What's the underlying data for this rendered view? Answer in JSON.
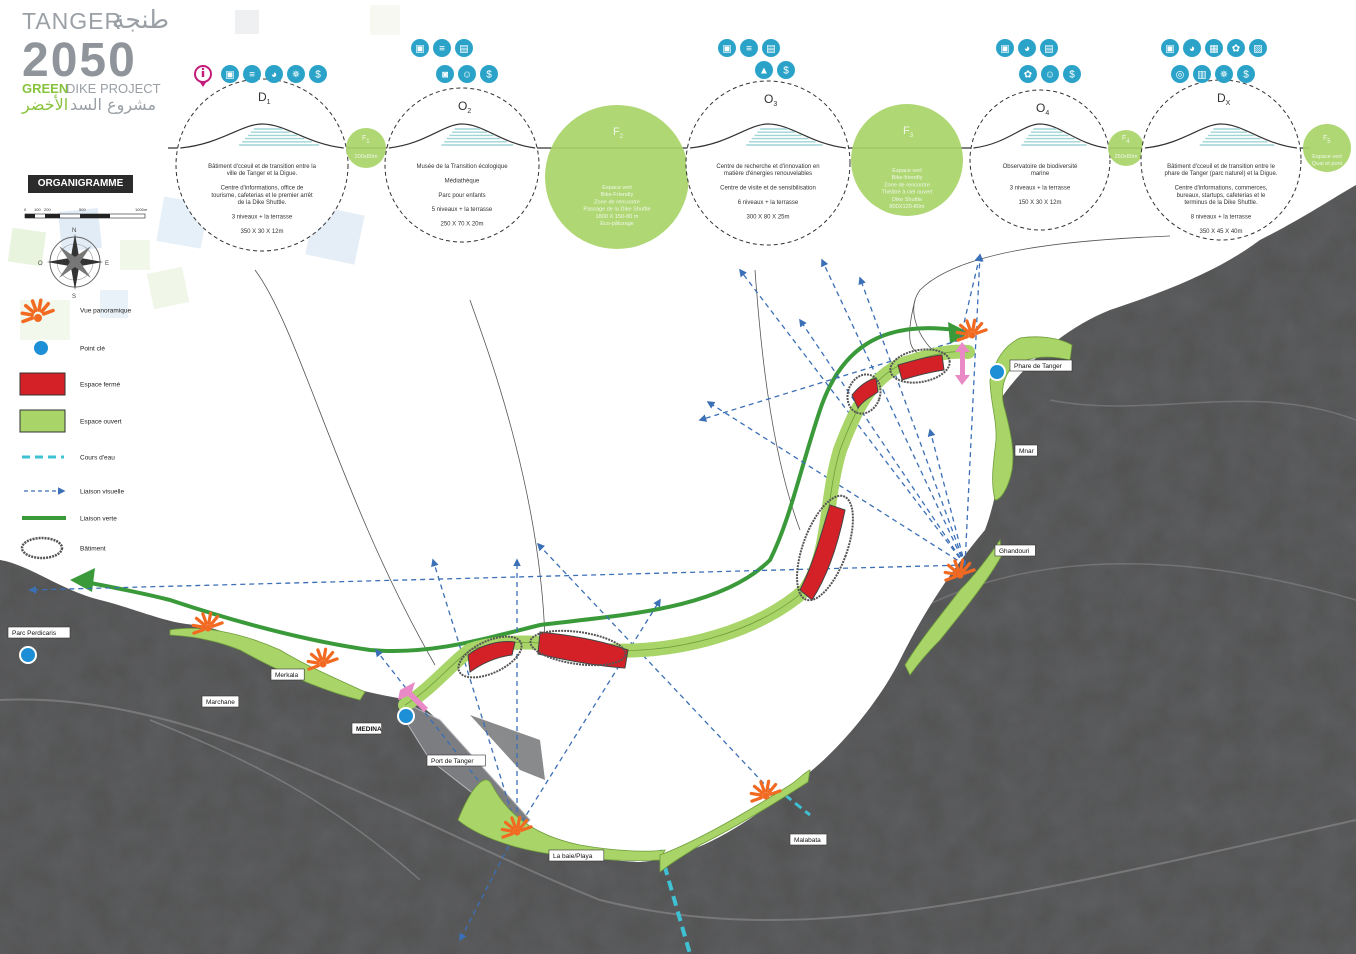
{
  "logo": {
    "tanger_latin": "TANGER",
    "tanger_arabic": "طنجة",
    "year": "2050",
    "project_green": "GREEN",
    "project_rest": "DIKE PROJECT",
    "arabic_green": "الأخضر",
    "arabic_rest": "مشروع السد"
  },
  "organigramme_label": "ORGANIGRAMME",
  "scale": {
    "ticks": [
      "0",
      "100",
      "200",
      "500",
      "1000m"
    ]
  },
  "compass": {
    "n": "N",
    "s": "S",
    "e": "E",
    "w": "O"
  },
  "legend": [
    {
      "label": "Vue panoramique",
      "icon": "panoramic-burst-icon"
    },
    {
      "label": "Point clé",
      "icon": "key-point-icon"
    },
    {
      "label": "Espace fermé",
      "icon": "closed-space-swatch",
      "color": "#d42027"
    },
    {
      "label": "Espace ouvert",
      "icon": "open-space-swatch",
      "color": "#a8d468"
    },
    {
      "label": "Cours d'eau",
      "icon": "watercourse-line",
      "color": "#3fc1d4"
    },
    {
      "label": "Liaison visuelle",
      "icon": "visual-link-arrow",
      "color": "#3b6fb6"
    },
    {
      "label": "Liaison verte",
      "icon": "green-link-line",
      "color": "#3a9a3a"
    },
    {
      "label": "Bâtiment",
      "icon": "building-outline-icon"
    }
  ],
  "organigram": [
    {
      "type": "building",
      "code": "D",
      "sub": "1",
      "lines": [
        "Bâtiment d'cceuil et de transition entre la",
        "ville de Tanger et la Digue.",
        "",
        "Centre d'informations, office de",
        "tourisme, cafeterias et le premier arrêt",
        "de la Dike Shuttle.",
        "",
        "3 niveaux + la terrasse",
        "",
        "350 X 30 X 12m"
      ],
      "icons": [
        "bus-icon",
        "wifi-icon",
        "coffee-icon",
        "helm-icon",
        "money-icon"
      ]
    },
    {
      "type": "green",
      "code": "F",
      "sub": "1",
      "lines": [
        "200x80m"
      ]
    },
    {
      "type": "building",
      "code": "O",
      "sub": "2",
      "lines": [
        "Musée de la Transition écologique",
        "",
        "Médiathèque",
        "",
        "Parc pour enfants",
        "",
        "5 niveaux + la terrasse",
        "",
        "250 X 70 X 20m"
      ],
      "icons": [
        "bus-icon",
        "wifi-icon",
        "book-icon",
        "mug-icon",
        "kids-icon",
        "money-icon"
      ]
    },
    {
      "type": "green",
      "code": "F",
      "sub": "2",
      "lines": [
        "Espace vert",
        "Bike-Friendly",
        "Zone de rencontre",
        "Passage de la Dike Shuttle",
        "1800 X 150-80 m",
        "Eco-pâturage"
      ]
    },
    {
      "type": "building",
      "code": "O",
      "sub": "3",
      "lines": [
        "Centre de recherche et d'innovation en",
        "matière d'énergies renouvelables",
        "",
        "Centre de visite et de sensibilisation",
        "",
        "6 niveaux + la terrasse",
        "",
        "300 X 80 X 25m"
      ],
      "icons": [
        "bus-icon",
        "wifi-icon",
        "book-icon",
        "flask-icon",
        "money-icon"
      ]
    },
    {
      "type": "green",
      "code": "F",
      "sub": "3",
      "lines": [
        "Espace vert",
        "Bike-friendly",
        "Zone de rencontre",
        "Théâtre à ciel ouvert",
        "Dike Shuttle",
        "800X120-80m"
      ]
    },
    {
      "type": "building",
      "code": "O",
      "sub": "4",
      "lines": [
        "Observatoire de biodiversité",
        "marine",
        "",
        "3 niveaux + la terrasse",
        "",
        "150 X 30 X 12m"
      ],
      "icons": [
        "bus-icon",
        "coffee-icon",
        "book-icon",
        "shell-icon",
        "kids-icon",
        "money-icon"
      ]
    },
    {
      "type": "green",
      "code": "F",
      "sub": "4",
      "lines": [
        "250x80m"
      ]
    },
    {
      "type": "building",
      "code": "D",
      "sub": "X",
      "lines": [
        "Bâtiment d'cceuil et de transition entre le",
        "phare de Tanger (parc naturel) et la Digue.",
        "",
        "Centre d'informations, commerces,",
        "bureaux, startups, cafeterias et le",
        "terminus de la Dike Shuttle.",
        "",
        "8 niveaux + la terrasse",
        "",
        "350 X 45 X 40m"
      ],
      "icons": [
        "bus-icon",
        "coffee-icon",
        "office-icon",
        "shell-icon",
        "shop-icon",
        "bike-icon",
        "building-icon",
        "helm-icon",
        "money-icon"
      ]
    },
    {
      "type": "green",
      "code": "F",
      "sub": "5",
      "lines": [
        "Espace vert",
        "Quai et pont"
      ]
    }
  ],
  "places": [
    {
      "id": "parc-perdicaris",
      "label": "Parc Perdicaris"
    },
    {
      "id": "merkala",
      "label": "Merkala"
    },
    {
      "id": "marchane",
      "label": "Marchane"
    },
    {
      "id": "medina",
      "label": "MEDINA"
    },
    {
      "id": "port-de-tanger",
      "label": "Port de Tanger"
    },
    {
      "id": "la-baie-playa",
      "label": "La baie/Playa"
    },
    {
      "id": "malabata",
      "label": "Malabata"
    },
    {
      "id": "ghandouri",
      "label": "Ghandouri"
    },
    {
      "id": "mnar",
      "label": "Mnar"
    },
    {
      "id": "phare-de-tanger",
      "label": "Phare de Tanger"
    }
  ],
  "colors": {
    "closed_space": "#d42027",
    "open_space": "#a8d468",
    "green_link": "#3a9a3a",
    "visual_link": "#3b6fb6",
    "watercourse": "#3fc1d4",
    "panoramic": "#f26a22",
    "key_point": "#1c8fd6",
    "icon_teal": "#2ba3c9",
    "location_pin": "#c41b7b"
  }
}
